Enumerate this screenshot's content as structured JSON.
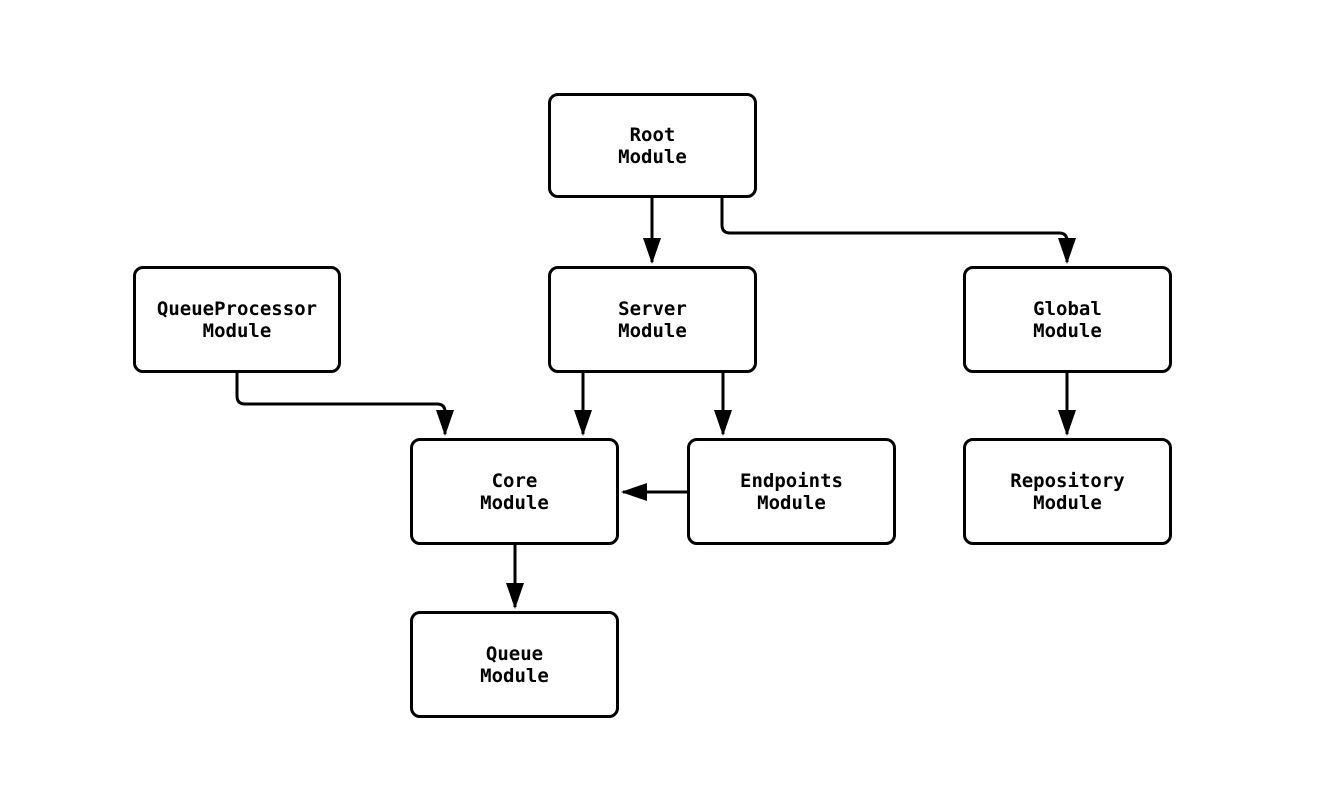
{
  "colors": {
    "background": "#ffffff",
    "stroke": "#000000",
    "text": "#000000"
  },
  "nodes": [
    {
      "id": "root",
      "label": "Root\nModule"
    },
    {
      "id": "queueprocessor",
      "label": "QueueProcessor\nModule"
    },
    {
      "id": "server",
      "label": "Server\nModule"
    },
    {
      "id": "global",
      "label": "Global\nModule"
    },
    {
      "id": "core",
      "label": "Core\nModule"
    },
    {
      "id": "endpoints",
      "label": "Endpoints\nModule"
    },
    {
      "id": "repository",
      "label": "Repository\nModule"
    },
    {
      "id": "queue",
      "label": "Queue\nModule"
    }
  ],
  "edges": [
    {
      "from": "root",
      "to": "server"
    },
    {
      "from": "root",
      "to": "global"
    },
    {
      "from": "queueprocessor",
      "to": "core"
    },
    {
      "from": "server",
      "to": "core"
    },
    {
      "from": "server",
      "to": "endpoints"
    },
    {
      "from": "endpoints",
      "to": "core"
    },
    {
      "from": "global",
      "to": "repository"
    },
    {
      "from": "core",
      "to": "queue"
    }
  ]
}
